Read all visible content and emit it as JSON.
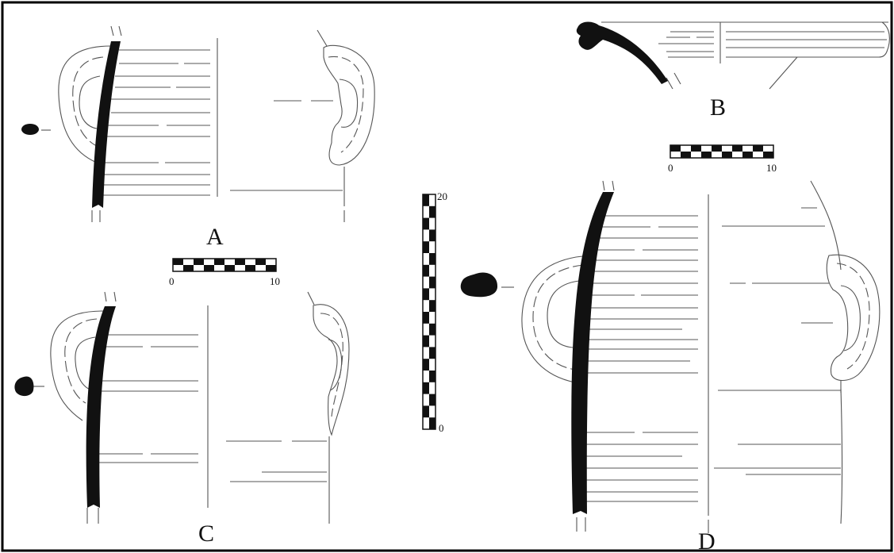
{
  "figure": {
    "labels": {
      "a": "A",
      "b": "B",
      "c": "C",
      "d": "D"
    },
    "scales": [
      {
        "id": "scale-ac",
        "min_label": "0",
        "max_label": "10",
        "segments": 10
      },
      {
        "id": "scale-bd",
        "min_label": "0",
        "max_label": "10",
        "segments": 10
      },
      {
        "id": "scale-vertical",
        "min_label": "0",
        "max_label": "20",
        "segments": 20
      }
    ],
    "colors": {
      "ink": "#111111",
      "line": "#555555",
      "frame": "#000000",
      "background": "#ffffff"
    }
  }
}
